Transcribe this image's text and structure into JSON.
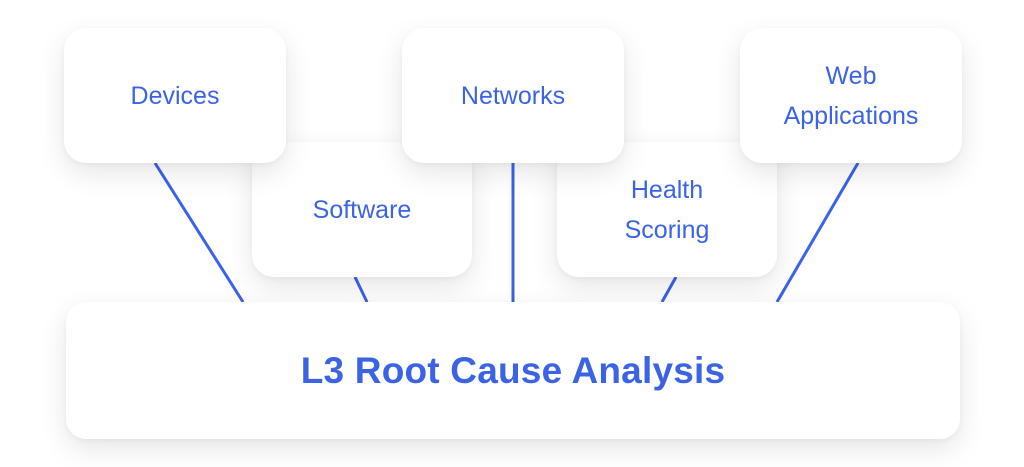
{
  "diagram": {
    "accent_color": "#3b63e6",
    "nodes": {
      "devices": {
        "label": "Devices"
      },
      "networks": {
        "label": "Networks"
      },
      "web_applications": {
        "line1": "Web",
        "line2": "Applications"
      },
      "software": {
        "label": "Software"
      },
      "health_scoring": {
        "line1": "Health",
        "line2": "Scoring"
      }
    },
    "base": {
      "title": "L3 Root Cause Analysis"
    }
  }
}
